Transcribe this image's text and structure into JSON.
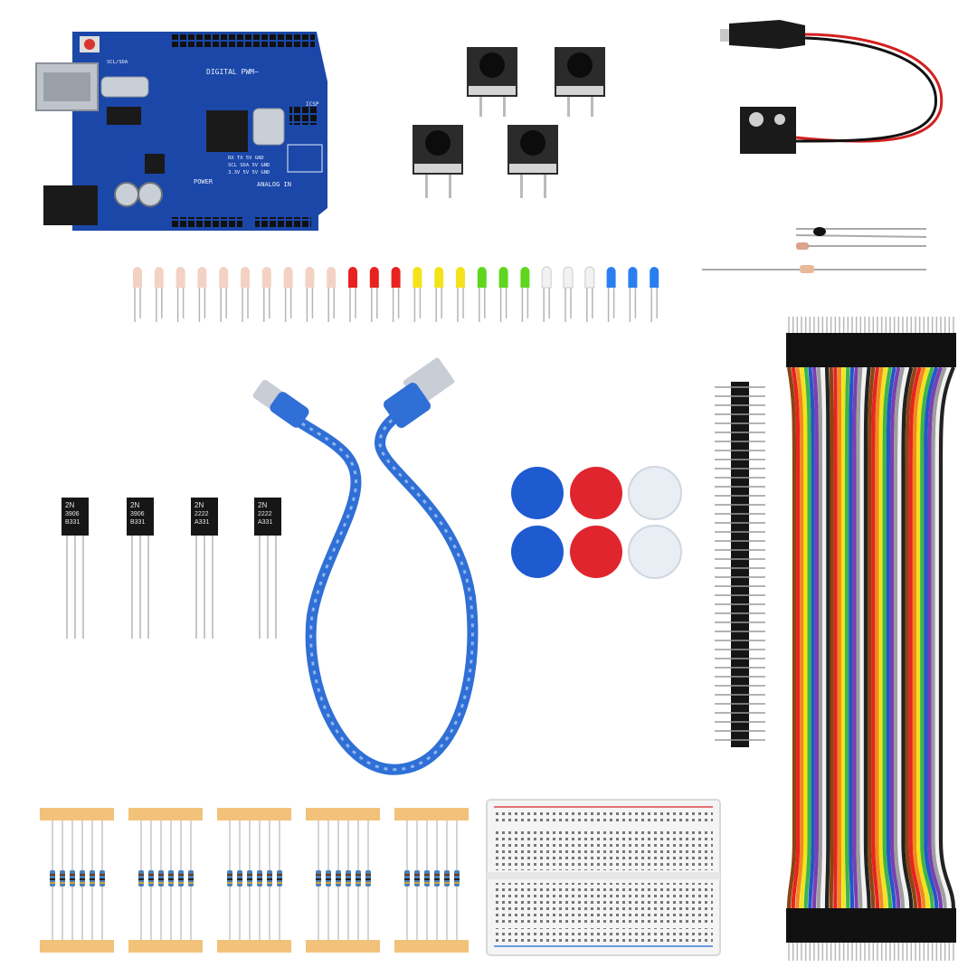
{
  "board": {
    "digital_label": "DIGITAL PWM~",
    "power_label": "POWER",
    "analog_label": "ANALOG IN",
    "icsp_label": "ICSP",
    "comm_label": "RX TX 5V GND",
    "io_label": "SCL SDA 5V GND",
    "volt_label": "3.3V 5V 5V GND",
    "scl_label": "SCL/SDA"
  },
  "transistors": [
    {
      "line1": "2N",
      "line2": "3906",
      "line3": "B331"
    },
    {
      "line1": "2N",
      "line2": "3906",
      "line3": "B331"
    },
    {
      "line1": "2N",
      "line2": "2222",
      "line3": "A331"
    },
    {
      "line1": "2N",
      "line2": "2222",
      "line3": "A331"
    }
  ],
  "colors": {
    "board_blue": "#1b47a8",
    "cable_blue": "#2f6fd6",
    "led_red": "#e8231f",
    "led_yellow": "#f4e21c",
    "led_green": "#5fd61e",
    "led_blue": "#2a7ff0",
    "cap_blue": "#1e5ad0",
    "cap_red": "#e0252e",
    "tape_orange": "#f2c27a"
  },
  "leds": [
    "ldr",
    "ldr",
    "ldr",
    "ldr",
    "ldr",
    "ldr",
    "ldr",
    "ldr",
    "ldr",
    "ldr",
    "red",
    "red",
    "red",
    "yellow",
    "yellow",
    "yellow",
    "green",
    "green",
    "green",
    "white",
    "white",
    "white",
    "blue",
    "blue",
    "blue"
  ],
  "jumper_colors": [
    "#8b4513",
    "#e8231f",
    "#f08a1c",
    "#f4e21c",
    "#3bb54a",
    "#2456c8",
    "#7b3fb0",
    "#9e9e9e",
    "#f2f2f2",
    "#222222"
  ]
}
